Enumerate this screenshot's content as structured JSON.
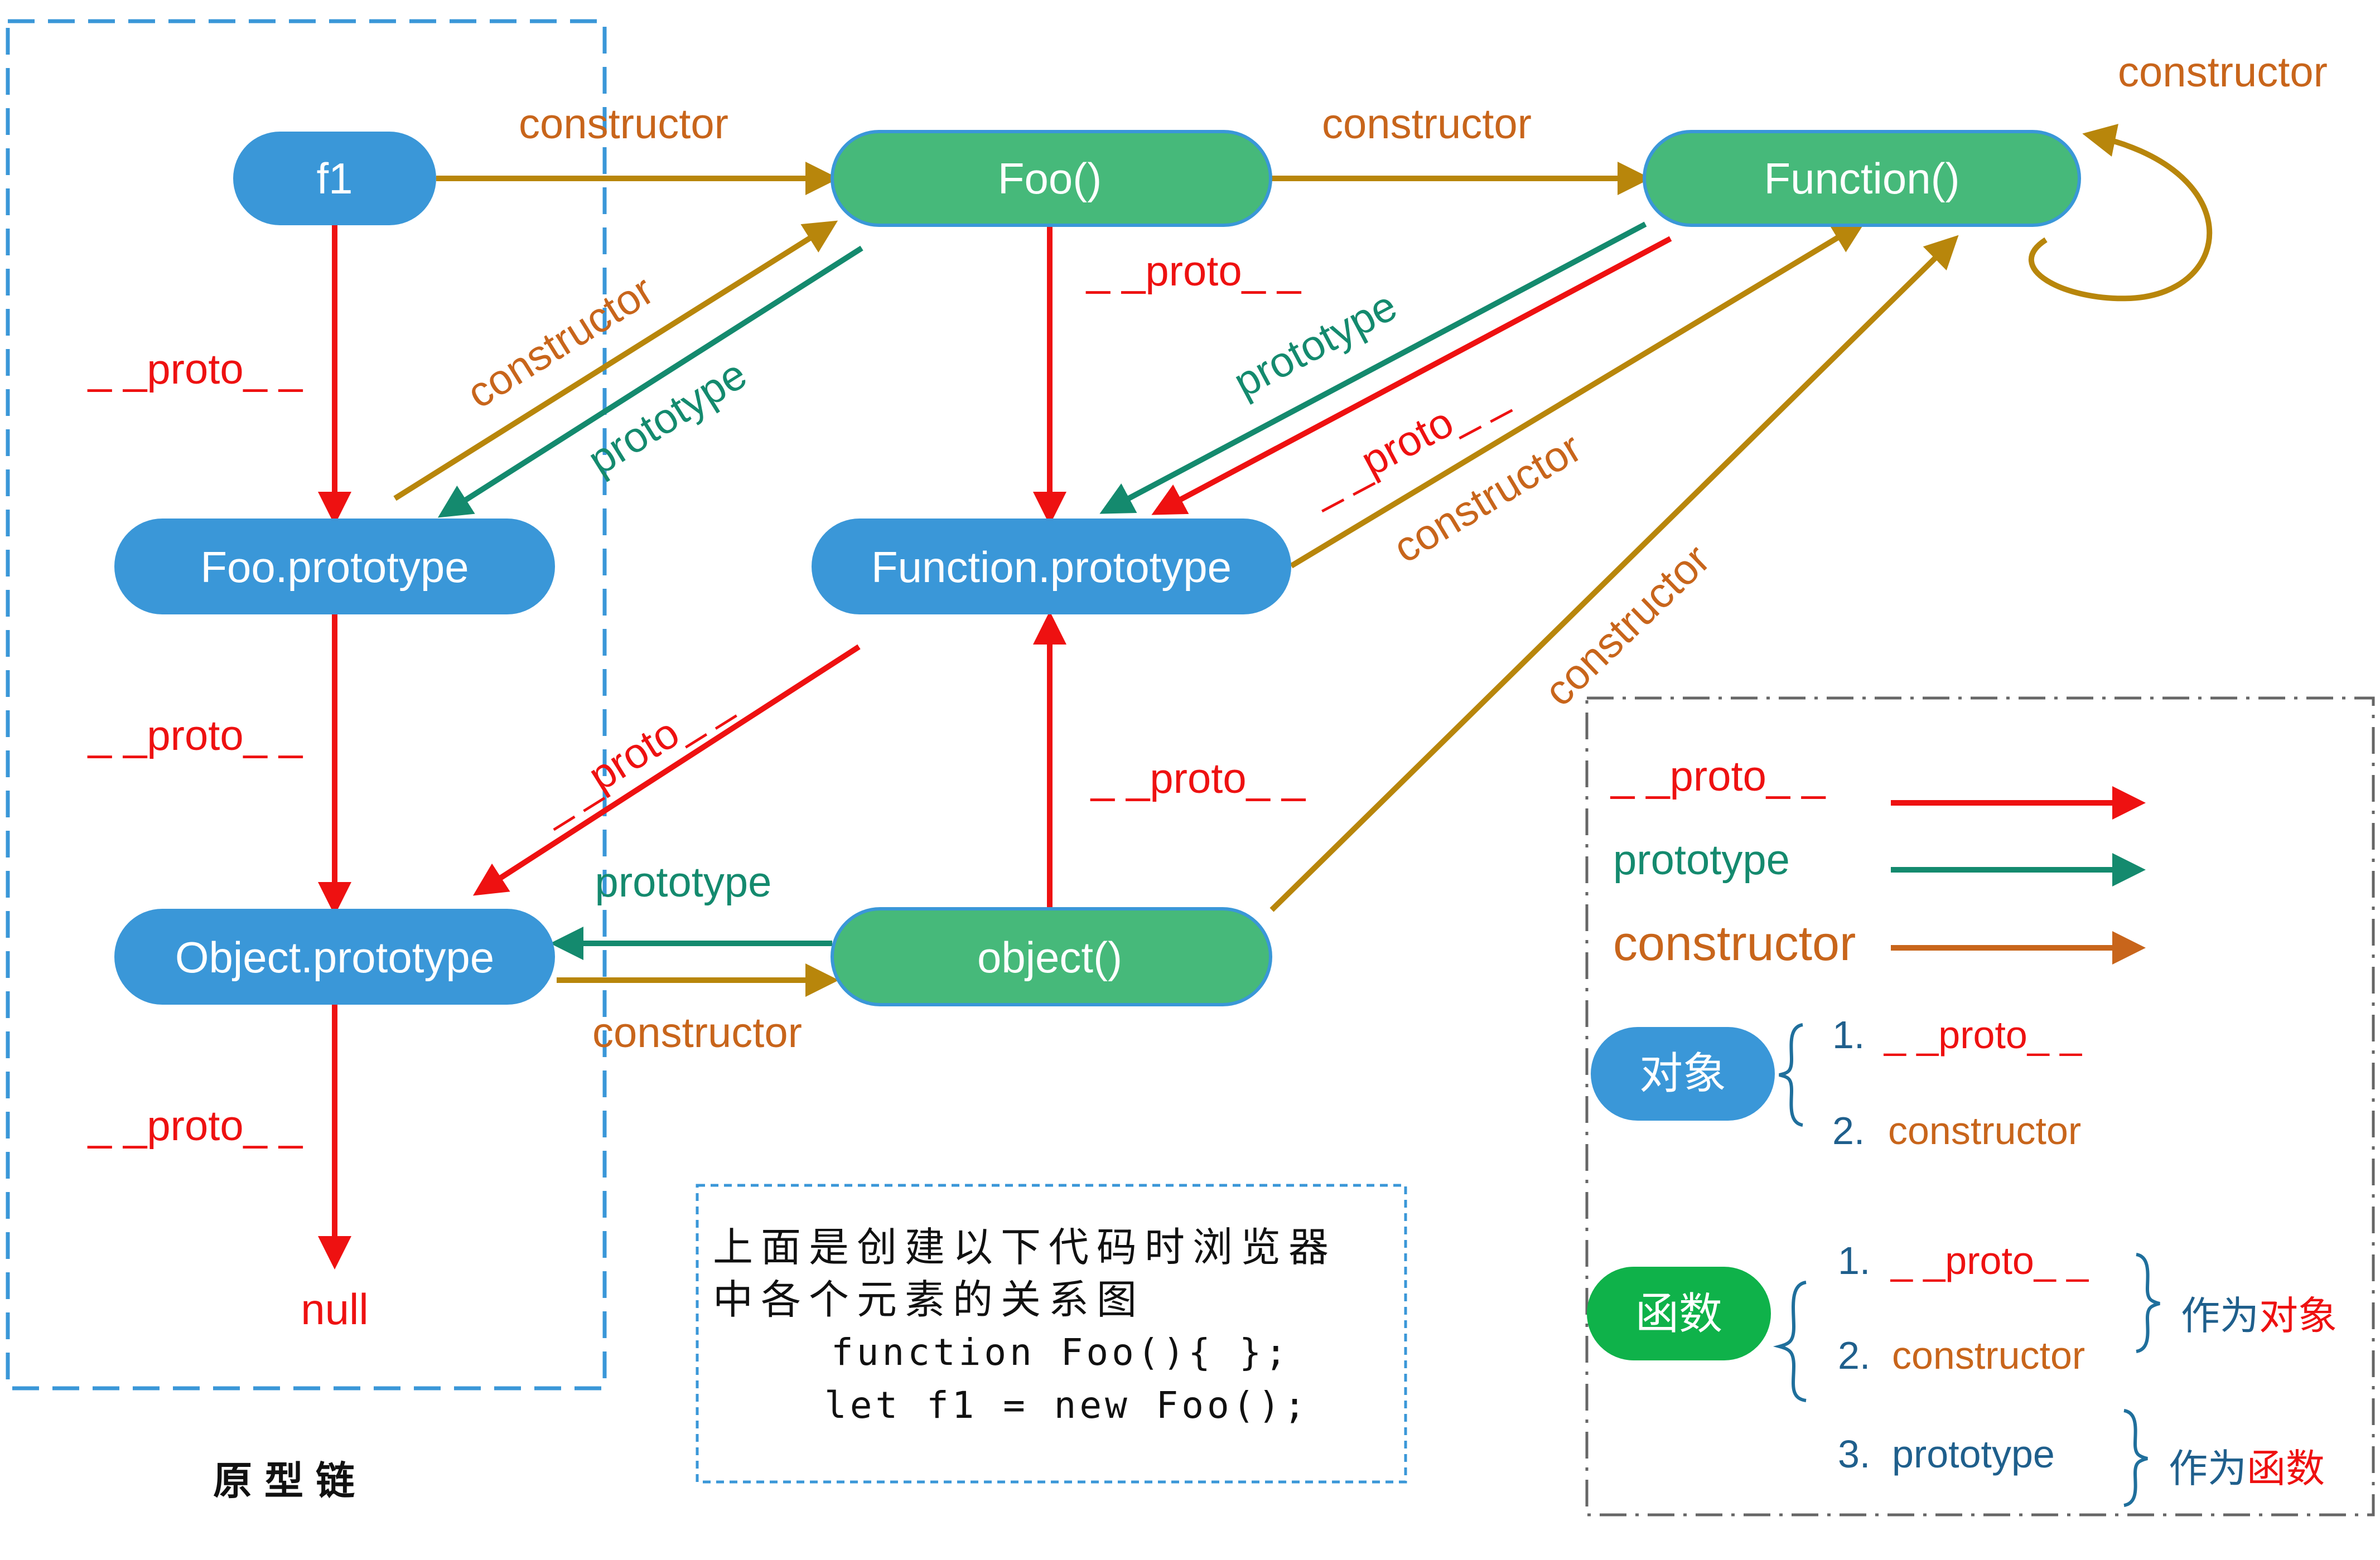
{
  "colors": {
    "proto": "#ee1111",
    "prototype": "#148a6e",
    "constructor": "#b8860b",
    "constructor_text": "#c8651b",
    "object_node": "#3a97d8",
    "function_node": "#46b97a",
    "function_node_dark": "#0fb24a",
    "frame_blue": "#3a97d8",
    "frame_gray": "#666666"
  },
  "nodes": {
    "f1": "f1",
    "foo": "Foo()",
    "function": "Function()",
    "foo_prototype": "Foo.prototype",
    "function_prototype": "Function.prototype",
    "object_prototype": "Object.prototype",
    "object": "object()",
    "null": "null"
  },
  "edge_labels": {
    "proto": "_ _proto_ _",
    "prototype": "prototype",
    "constructor": "constructor"
  },
  "chain_caption": "原型链",
  "note": {
    "line1": "上面是创建以下代码时浏览器",
    "line2": "中各个元素的关系图",
    "code1": "function Foo(){ };",
    "code2": "let f1 = new Foo();"
  },
  "legend": {
    "proto": "_ _proto_ _",
    "prototype": "prototype",
    "constructor": "constructor",
    "object_badge": "对象",
    "object_items": [
      "1.",
      "_ _proto_ _",
      "2.",
      "constructor"
    ],
    "function_badge": "函数",
    "function_items": [
      "1.",
      "_ _proto_ _",
      "2.",
      "constructor",
      "3.",
      "prototype"
    ],
    "as_object_prefix": "作为",
    "as_object_suffix": "对象",
    "as_function_prefix": "作为",
    "as_function_suffix": "函数"
  }
}
